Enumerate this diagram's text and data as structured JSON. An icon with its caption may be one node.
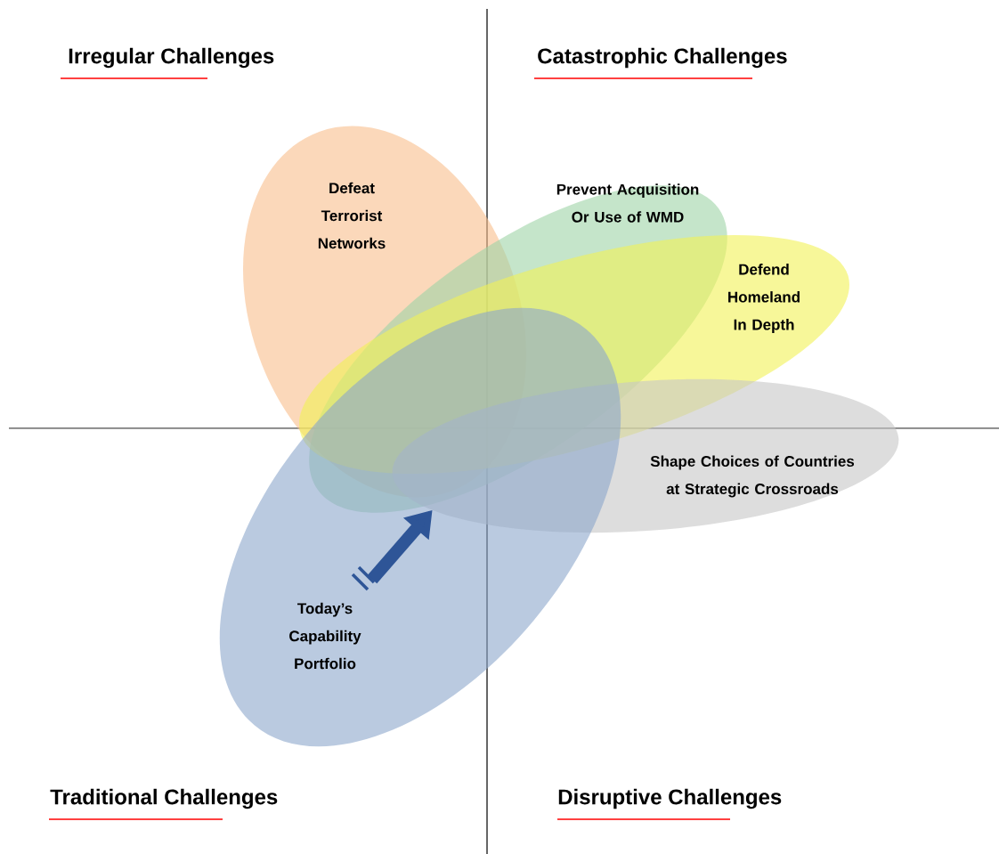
{
  "diagram": {
    "nodes": [
      {
        "text": [
          "Defeat Terrorist Networks"
        ]
      },
      {
        "text": [
          "Prevent Acquisition Or Use of WMD"
        ]
      },
      {
        "text": [
          "Defend Homeland In Depth"
        ]
      },
      {
        "text": [
          "Shape Choices of Countries at Strategic Crossroads"
        ]
      },
      {
        "text": [
          "Today’s Capability Portfolio"
        ]
      }
    ],
    "edges": [
      {
        "from": 4,
        "to": 3,
        "arrow": "to",
        "color": "#2e5597"
      }
    ],
    "labels": [
      "Irregular Challenges",
      "Catastrophic Challenges",
      "Traditional Challenges",
      "Disruptive Challenges"
    ]
  }
}
